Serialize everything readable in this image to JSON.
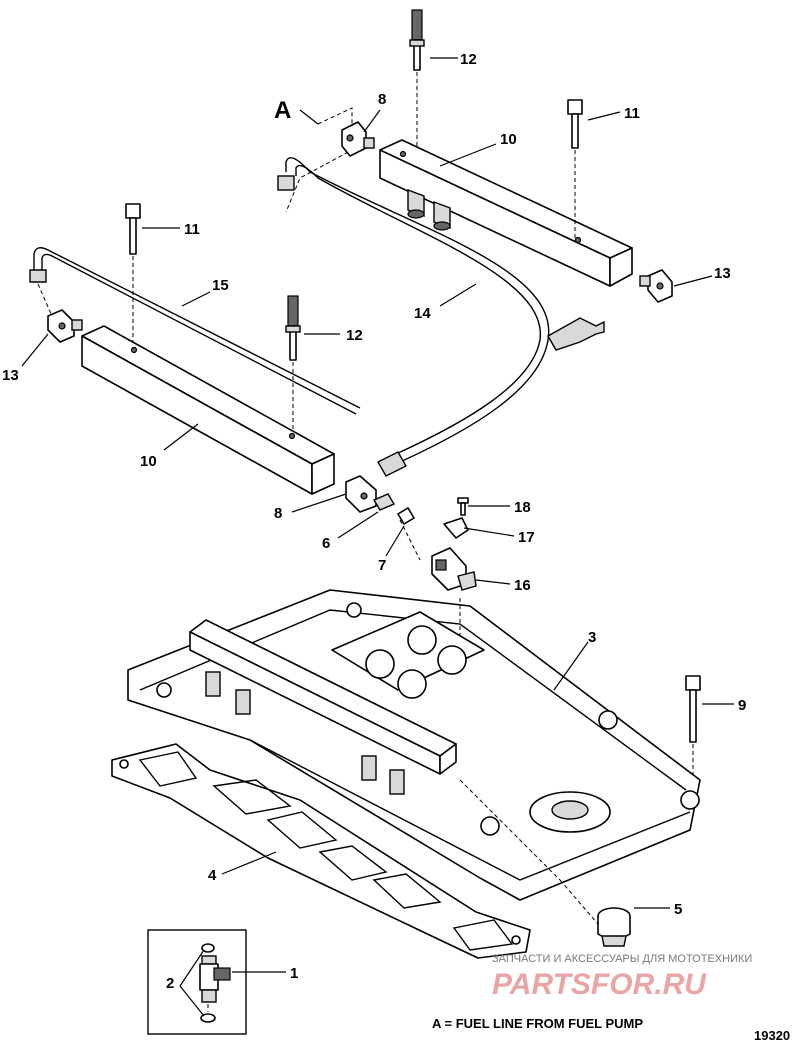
{
  "diagram": {
    "callout_labels": {
      "l1": "1",
      "l2": "2",
      "l3": "3",
      "l4": "4",
      "l5": "5",
      "l6": "6",
      "l7": "7",
      "l8a": "8",
      "l8b": "8",
      "l9": "9",
      "l10a": "10",
      "l10b": "10",
      "l11a": "11",
      "l11b": "11",
      "l12a": "12",
      "l12b": "12",
      "l13a": "13",
      "l13b": "13",
      "l14": "14",
      "l15": "15",
      "l16": "16",
      "l17": "17",
      "l18": "18"
    },
    "view_marker": "A",
    "legend_note": "A = FUEL LINE FROM FUEL PUMP",
    "figure_number": "19320",
    "watermark": {
      "tagline": "ЗАПЧАСТИ И АКСЕССУАРЫ ДЛЯ МОТОТЕХНИКИ",
      "brand": "PARTSFOR.RU"
    }
  }
}
